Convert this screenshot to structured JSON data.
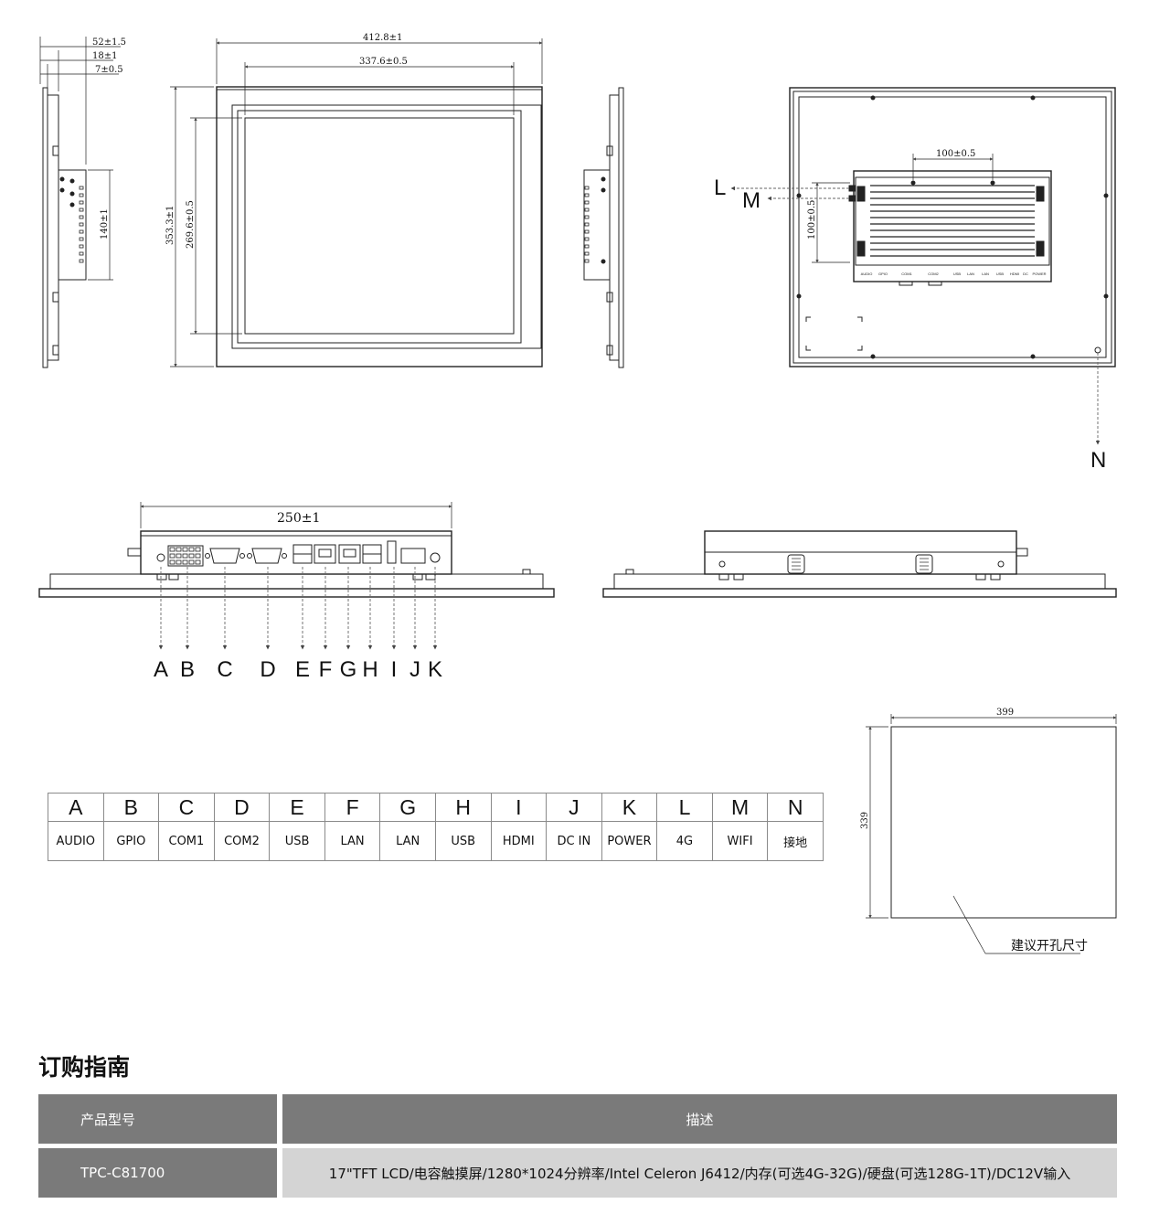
{
  "dimensions": {
    "side_depth": "52±1.5",
    "side_a": "18±1",
    "side_b": "7±0.5",
    "side_height": "140±1",
    "front_width": "412.8±1",
    "front_view_width": "337.6±0.5",
    "front_height": "353.3±1",
    "front_view_height": "269.6±0.5",
    "rear_h": "100±0.5",
    "rear_v": "100±0.5",
    "io_width": "250±1",
    "cutout_w": "399",
    "cutout_h": "339"
  },
  "callouts": [
    "A",
    "B",
    "C",
    "D",
    "E",
    "F",
    "G",
    "H",
    "I",
    "J",
    "K",
    "L",
    "M",
    "N"
  ],
  "rear_labels": [
    "AUDIO",
    "GPIO",
    "COM1",
    "COM2",
    "USB",
    "LAN",
    "LAN",
    "USB",
    "HDMI",
    "DC",
    "POWER"
  ],
  "connectors": [
    {
      "letter": "A",
      "name": "AUDIO"
    },
    {
      "letter": "B",
      "name": "GPIO"
    },
    {
      "letter": "C",
      "name": "COM1"
    },
    {
      "letter": "D",
      "name": "COM2"
    },
    {
      "letter": "E",
      "name": "USB"
    },
    {
      "letter": "F",
      "name": "LAN"
    },
    {
      "letter": "G",
      "name": "LAN"
    },
    {
      "letter": "H",
      "name": "USB"
    },
    {
      "letter": "I",
      "name": "HDMI"
    },
    {
      "letter": "J",
      "name": "DC IN"
    },
    {
      "letter": "K",
      "name": "POWER"
    },
    {
      "letter": "L",
      "name": "4G"
    },
    {
      "letter": "M",
      "name": "WIFI"
    },
    {
      "letter": "N",
      "name": "接地"
    }
  ],
  "cutout_note": "建议开孔尺寸",
  "order": {
    "title": "订购指南",
    "col_model": "产品型号",
    "col_desc": "描述",
    "model": "TPC-C81700",
    "desc": "17\"TFT LCD/电容触摸屏/1280*1024分辨率/Intel Celeron J6412/内存(可选4G-32G)/硬盘(可选128G-1T)/DC12V输入"
  }
}
